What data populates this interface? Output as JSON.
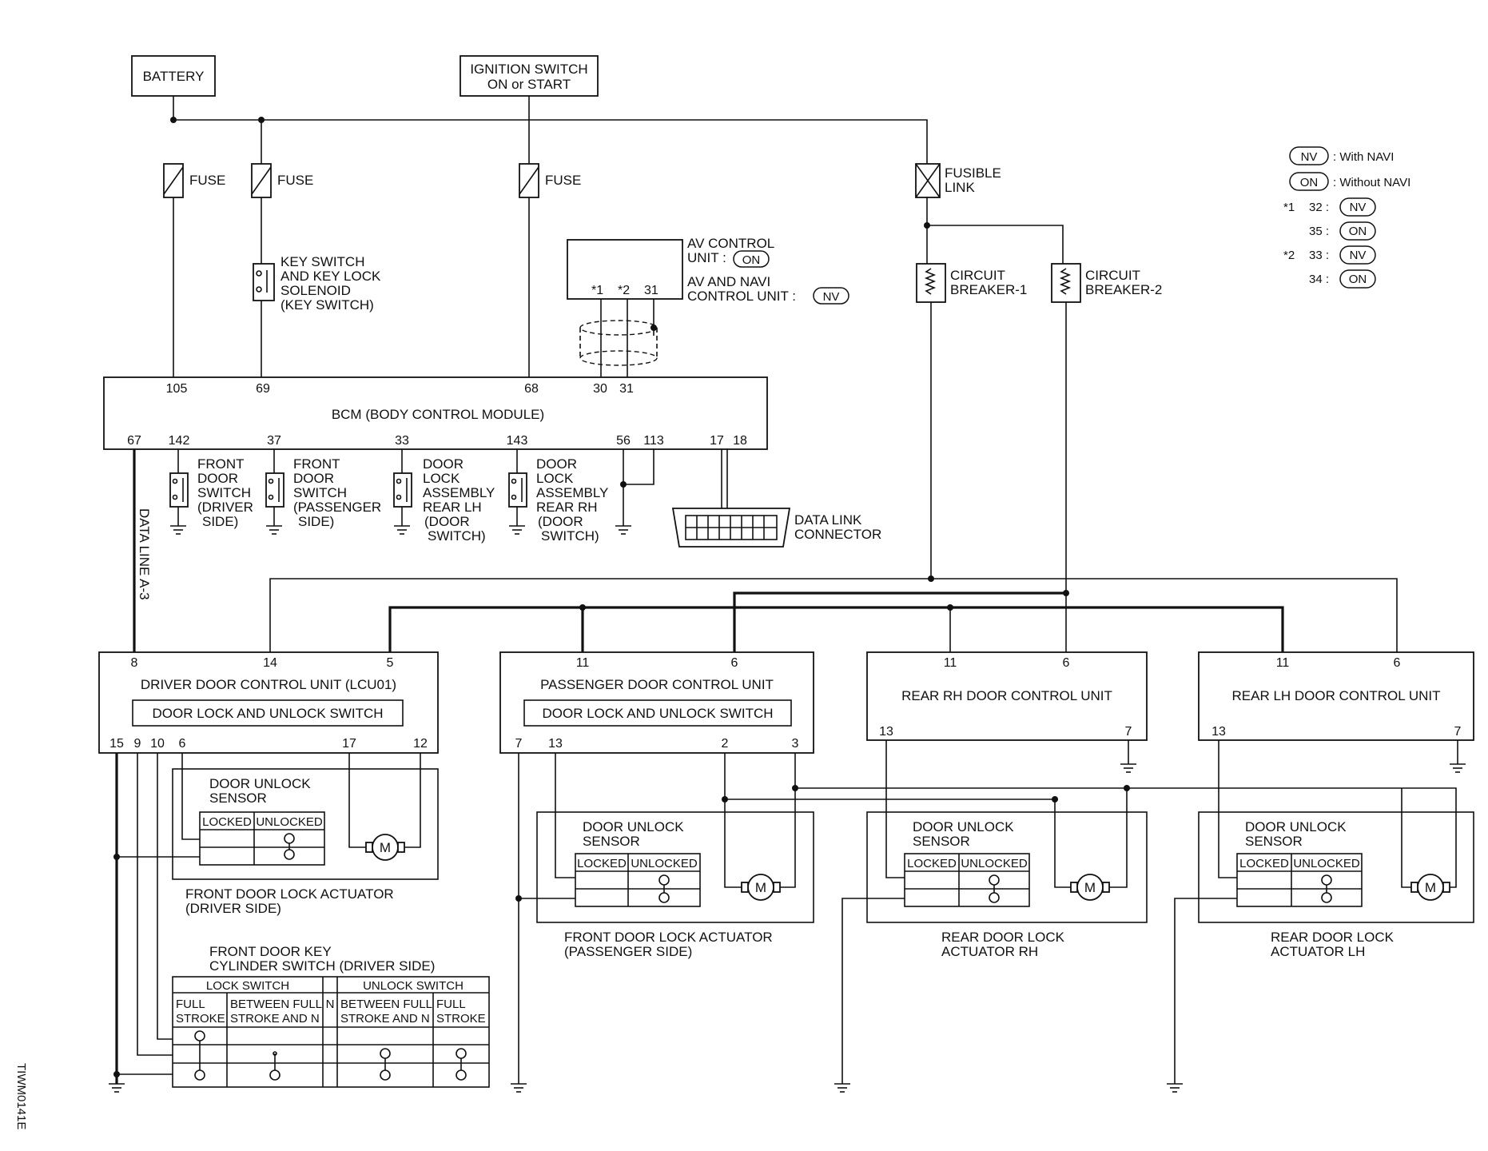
{
  "sources": {
    "battery": "BATTERY",
    "ignition_line1": "IGNITION SWITCH",
    "ignition_line2": "ON or START"
  },
  "fuses": {
    "fuse1": "FUSE",
    "fuse2": "FUSE",
    "fuse3": "FUSE",
    "fusible_link_line1": "FUSIBLE",
    "fusible_link_line2": "LINK"
  },
  "breakers": {
    "cb1_line1": "CIRCUIT",
    "cb1_line2": "BREAKER-1",
    "cb2_line1": "CIRCUIT",
    "cb2_line2": "BREAKER-2"
  },
  "key_switch": [
    "KEY SWITCH",
    "AND KEY LOCK",
    "SOLENOID",
    "(KEY SWITCH)"
  ],
  "av_unit": {
    "av_control": "AV CONTROL",
    "unit_label": "UNIT :",
    "on_tag": "ON",
    "av_navi": "AV AND NAVI",
    "control_unit_label": "CONTROL UNIT :",
    "nv_tag": "NV",
    "pins": [
      "*1",
      "*2",
      "31"
    ]
  },
  "legend": {
    "nv_tag": "NV",
    "nv_text": ": With NAVI",
    "on_tag": "ON",
    "on_text": ": Without NAVI",
    "row1_star": "*1",
    "row1_pin": "32 :",
    "row1_tag": "NV",
    "row2_pin": "35 :",
    "row2_tag": "ON",
    "row3_star": "*2",
    "row3_pin": "33 :",
    "row3_tag": "NV",
    "row4_pin": "34 :",
    "row4_tag": "ON"
  },
  "bcm": {
    "title": "BCM (BODY CONTROL MODULE)",
    "top_pins": [
      "105",
      "69",
      "68",
      "30",
      "31"
    ],
    "bottom_pins": [
      "67",
      "142",
      "37",
      "33",
      "143",
      "56",
      "113",
      "17",
      "18"
    ]
  },
  "bcm_switches": {
    "front_driver": [
      "FRONT",
      "DOOR",
      "SWITCH",
      "(DRIVER",
      "SIDE)"
    ],
    "front_passenger": [
      "FRONT",
      "DOOR",
      "SWITCH",
      "(PASSENGER",
      "SIDE)"
    ],
    "rear_lh": [
      "DOOR",
      "LOCK",
      "ASSEMBLY",
      "REAR LH",
      "(DOOR",
      "SWITCH)"
    ],
    "rear_rh": [
      "DOOR",
      "LOCK",
      "ASSEMBLY",
      "REAR RH",
      "(DOOR",
      "SWITCH)"
    ]
  },
  "data_link": [
    "DATA LINK",
    "CONNECTOR"
  ],
  "data_line": "DATA LINE A-3",
  "units": {
    "driver": {
      "title": "DRIVER DOOR CONTROL UNIT (LCU01)",
      "switch": "DOOR LOCK AND UNLOCK SWITCH",
      "top_pins": [
        "8",
        "14",
        "5"
      ],
      "bottom_pins": [
        "15",
        "9",
        "10",
        "6",
        "17",
        "12"
      ]
    },
    "passenger": {
      "title": "PASSENGER DOOR CONTROL UNIT",
      "switch": "DOOR LOCK AND UNLOCK SWITCH",
      "top_pins": [
        "11",
        "6"
      ],
      "bottom_pins": [
        "7",
        "13",
        "2",
        "3"
      ]
    },
    "rear_rh": {
      "title": "REAR RH DOOR CONTROL UNIT",
      "top_pins": [
        "11",
        "6"
      ],
      "bottom_pins": [
        "13",
        "7"
      ]
    },
    "rear_lh": {
      "title": "REAR LH DOOR CONTROL UNIT",
      "top_pins": [
        "11",
        "6"
      ],
      "bottom_pins": [
        "13",
        "7"
      ]
    }
  },
  "actuators": {
    "sensor_line1": "DOOR UNLOCK",
    "sensor_line2": "SENSOR",
    "col_locked": "LOCKED",
    "col_unlocked": "UNLOCKED",
    "motor": "M",
    "driver": [
      "FRONT DOOR LOCK ACTUATOR",
      "(DRIVER SIDE)"
    ],
    "passenger": [
      "FRONT DOOR LOCK ACTUATOR",
      "(PASSENGER SIDE)"
    ],
    "rear_rh": [
      "REAR DOOR LOCK",
      "ACTUATOR RH"
    ],
    "rear_lh": [
      "REAR DOOR LOCK",
      "ACTUATOR LH"
    ]
  },
  "key_cylinder": {
    "title_line1": "FRONT DOOR KEY",
    "title_line2": "CYLINDER SWITCH (DRIVER SIDE)",
    "lock_switch": "LOCK SWITCH",
    "unlock_switch": "UNLOCK SWITCH",
    "full1": "FULL",
    "stroke1": "STROKE",
    "between1": "BETWEEN FULL",
    "stroke_n1": "STROKE AND N",
    "n": "N",
    "between2": "BETWEEN FULL",
    "stroke_n2": "STROKE AND N",
    "full2": "FULL",
    "stroke2": "STROKE"
  },
  "figure_id": "TIWM0141E"
}
